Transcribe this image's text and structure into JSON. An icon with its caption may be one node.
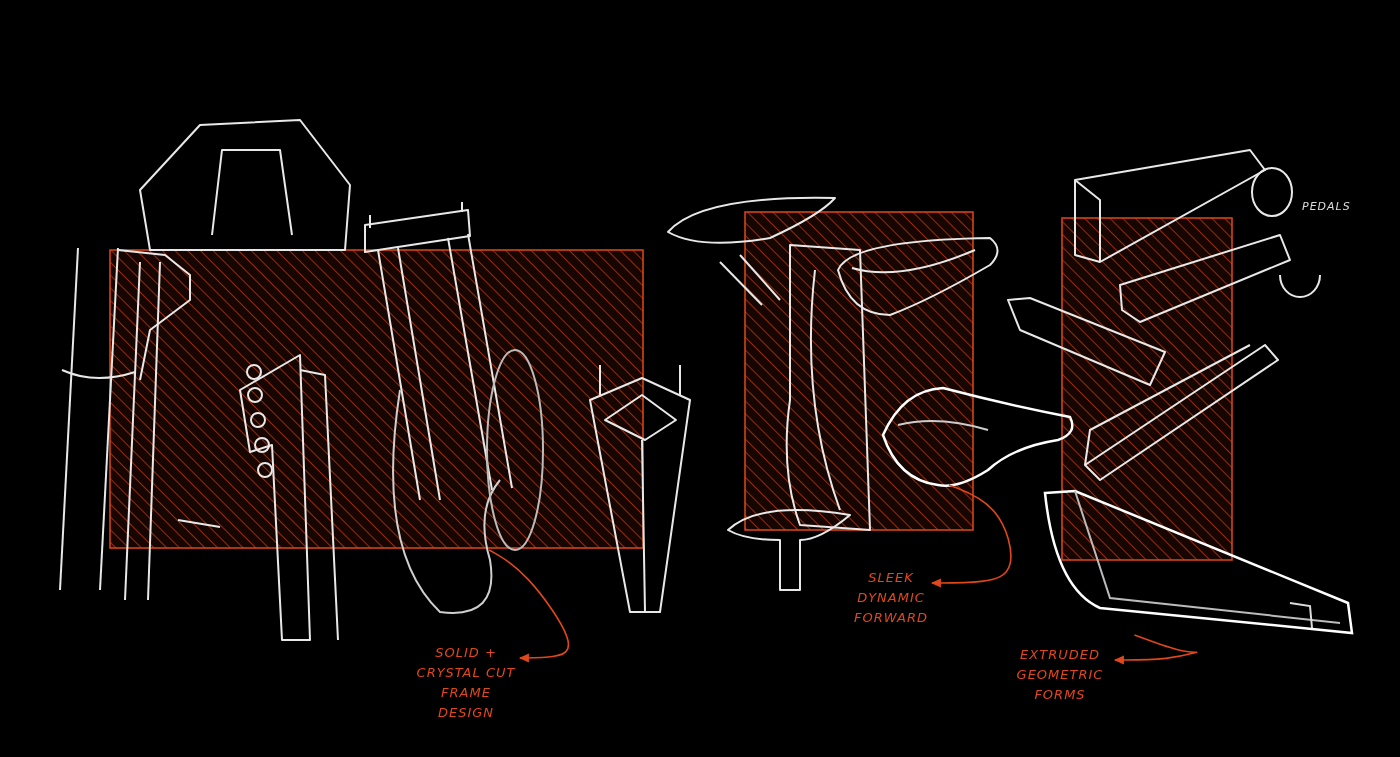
{
  "diagram": {
    "nodes": [
      {
        "text": [
          "SOLID + CRYSTAL CUT FRAME DESIGN"
        ]
      },
      {
        "text": [],
        "shape": "picture"
      },
      {
        "text": [
          "SLEEK DYNAMIC FORWARD"
        ]
      },
      {
        "text": [],
        "shape": "picture"
      },
      {
        "text": [
          "EXTRUDED GEOMETRIC FORMS"
        ]
      },
      {
        "text": [],
        "shape": "picture"
      }
    ],
    "edges": [
      {
        "from": 1,
        "to": 0,
        "arrow": "to"
      },
      {
        "from": 3,
        "to": 2,
        "arrow": "to"
      },
      {
        "from": 5,
        "to": 4,
        "arrow": "to"
      }
    ],
    "labels": [
      "PEDALS"
    ]
  }
}
